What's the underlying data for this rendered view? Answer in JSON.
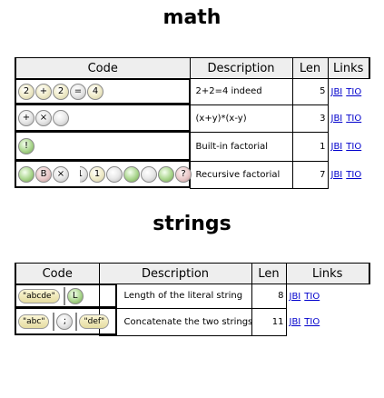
{
  "sections": {
    "math": "math",
    "strings": "strings"
  },
  "columns": {
    "code": "Code",
    "description": "Description",
    "len": "Len",
    "links": "Links"
  },
  "math_rows": [
    {
      "code": [
        "2",
        "+",
        "2",
        "=",
        "4"
      ],
      "description": "2+2=4 indeed",
      "len": "5",
      "link1": "JBI",
      "link2": "TIO"
    },
    {
      "code": [
        "+",
        "×",
        ""
      ],
      "description": "(x+y)*(x-y)",
      "len": "3",
      "link1": "JBI",
      "link2": "TIO"
    },
    {
      "code": [
        "!"
      ],
      "description": "Built-in factorial",
      "len": "1",
      "link1": "JBI",
      "link2": "TIO"
    },
    {
      "code": [
        "",
        "B",
        "×",
        "1",
        "1",
        "",
        "",
        "",
        "",
        "?"
      ],
      "description": "Recursive factorial",
      "len": "7",
      "link1": "JBI",
      "link2": "TIO"
    }
  ],
  "string_rows": [
    {
      "code": [
        "\"abcde\"",
        "L"
      ],
      "description": "Length of the literal string",
      "len": "8",
      "link1": "JBI",
      "link2": "TIO"
    },
    {
      "code": [
        "\"abc\"",
        ";",
        "\"def\""
      ],
      "description": "Concatenate the two strings",
      "len": "11",
      "link1": "JBI",
      "link2": "TIO"
    }
  ]
}
